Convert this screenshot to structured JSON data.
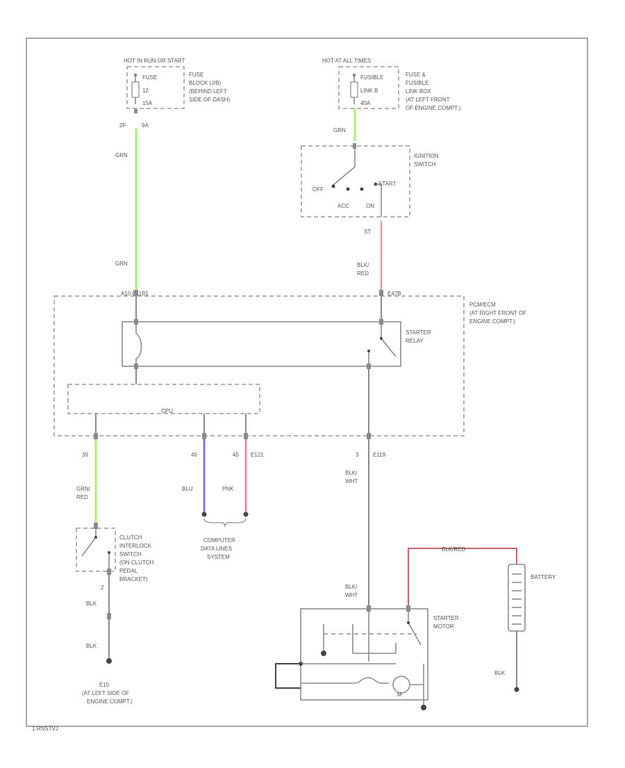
{
  "fuse_left": {
    "header": "HOT IN RUN OR START",
    "label": "FUSE",
    "number": "12",
    "rating": "15A",
    "location": [
      "FUSE",
      "BLOCK (J/B)",
      "(BEHIND LEFT",
      "SIDE OF DASH)"
    ],
    "connector": "2F",
    "pin": "9A"
  },
  "fuse_right": {
    "header": "HOT AT ALL TIMES",
    "label": "FUSIBLE",
    "number": "LINK B",
    "rating": "40A",
    "location": [
      "FUSE &",
      "FUSIBLE",
      "LINK BOX",
      "(AT LEFT FRONT",
      "OF ENGINE COMPT.)"
    ]
  },
  "ignition_switch": {
    "title": [
      "IGNITION",
      "SWITCH"
    ],
    "off": "OFF",
    "acc": "ACC",
    "on": "ON",
    "start": "START",
    "pin_out": "ST"
  },
  "wires": {
    "left_upper": "GRN",
    "left_lower": "GRN",
    "ign_feed": "GRN",
    "ign_out": [
      "BLK/",
      "RED"
    ],
    "clutch": [
      "GRN/",
      "RED"
    ],
    "data_blu": "BLU",
    "data_pnk": "PNK",
    "starter_feed_1": [
      "BLK/",
      "WHT"
    ],
    "starter_feed_2": [
      "BLK/",
      "WHT"
    ],
    "ground_1": "BLK",
    "ground_2": "BLK",
    "battery_pos": "BLK/RED",
    "battery_neg": "BLK"
  },
  "pcm": {
    "location": [
      "PCM/ECM",
      "(AT RIGHT FRONT OF",
      "ENGINE COMPT.)"
    ],
    "pin_left_top": "A10  E11B1",
    "pin_right_top": "E47B",
    "cpu": "CPU",
    "pin_clutch": "39",
    "pin_blu": "46",
    "pin_pnk": "45",
    "pin_pnk_conn": "E121",
    "pin_starter": "3",
    "pin_starter_conn": "E119"
  },
  "starter_relay": {
    "title": [
      "STARTER",
      "RELAY"
    ]
  },
  "clutch_switch": {
    "title": [
      "CLUTCH",
      "INTERLOCK",
      "SWITCH",
      "(ON CLUTCH",
      "PEDAL",
      "BRACKET)"
    ],
    "pin": "2"
  },
  "data_lines": {
    "title": [
      "COMPUTER",
      "DATA LINES",
      "SYSTEM"
    ]
  },
  "ground": {
    "id": "E15",
    "location": [
      "(AT LEFT SIDE OF",
      "ENGINE COMPT.)"
    ]
  },
  "starter_motor": {
    "title": [
      "STARTER",
      "MOTOR"
    ],
    "m_label": "M"
  },
  "battery": {
    "title": "BATTERY"
  },
  "footer_code": "1 RNSTVJ"
}
